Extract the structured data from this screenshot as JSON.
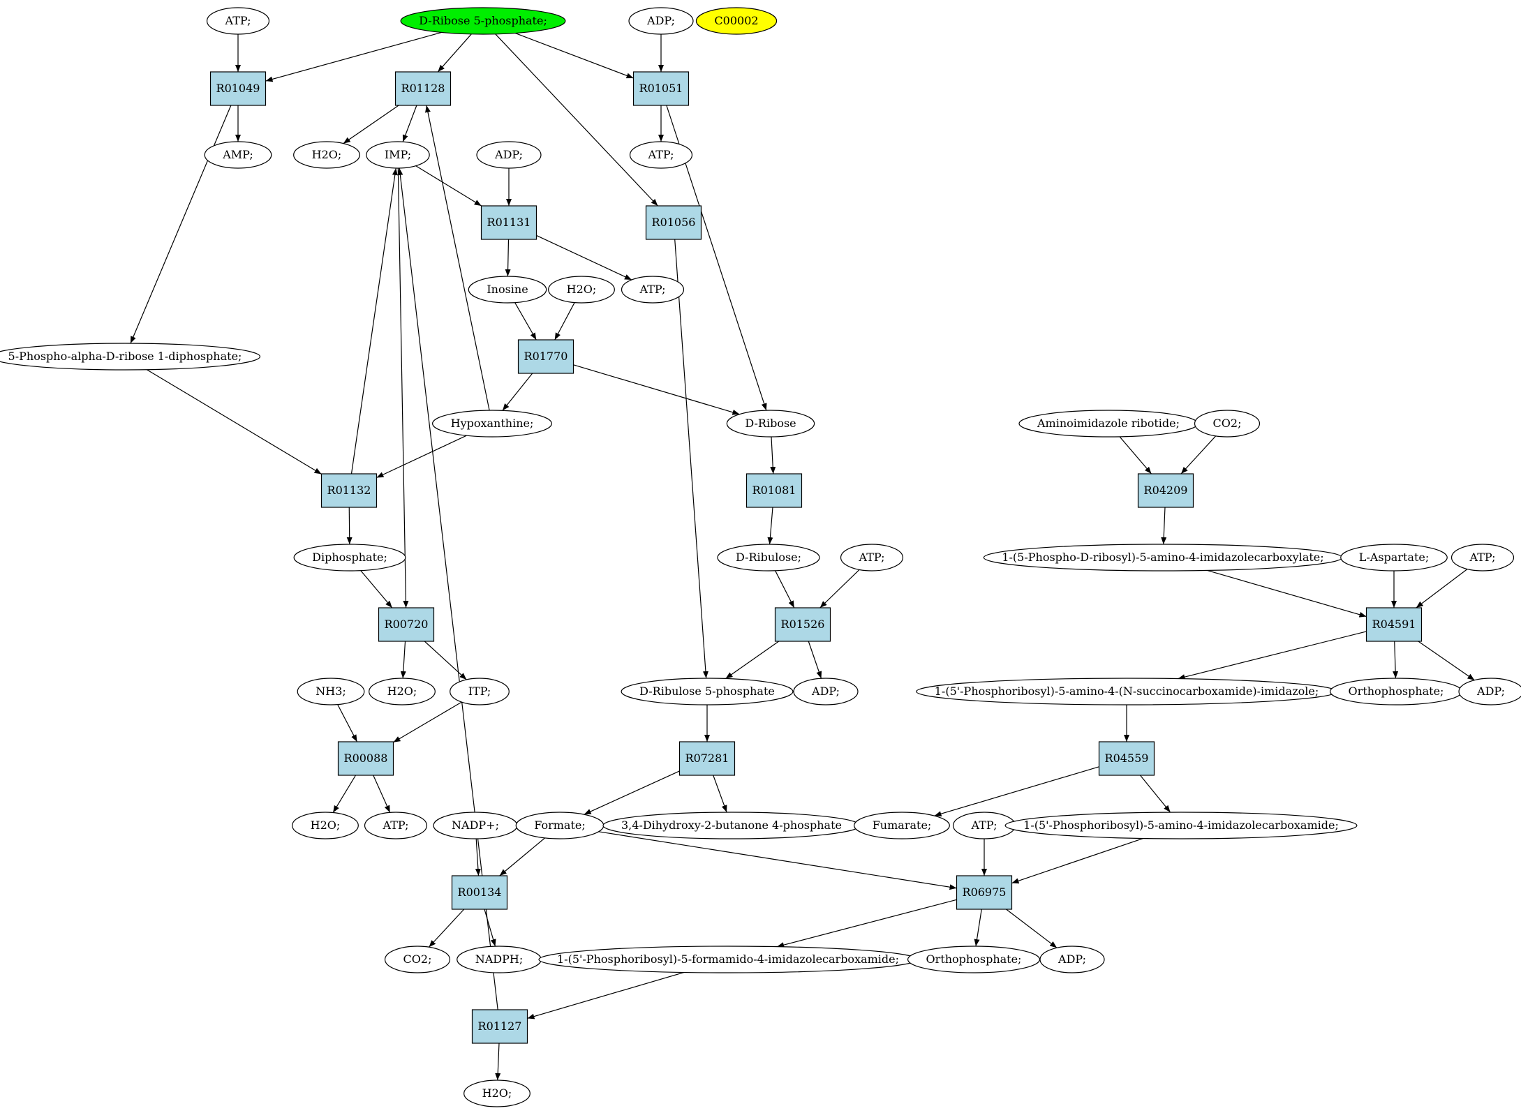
{
  "colors": {
    "reaction_fill": "#add8e6",
    "compound_fill": "#ffffff",
    "source_fill": "#00ee00",
    "target_fill": "#ffff00",
    "stroke": "#000000"
  },
  "nodes": {
    "atp1": {
      "label": "ATP;",
      "kind": "compound"
    },
    "r5p": {
      "label": "D-Ribose 5-phosphate;",
      "kind": "source"
    },
    "adp1": {
      "label": "ADP;",
      "kind": "compound"
    },
    "c00002": {
      "label": "C00002",
      "kind": "target"
    },
    "R01049": {
      "label": "R01049",
      "kind": "reaction"
    },
    "R01128": {
      "label": "R01128",
      "kind": "reaction"
    },
    "R01051": {
      "label": "R01051",
      "kind": "reaction"
    },
    "amp": {
      "label": "AMP;",
      "kind": "compound"
    },
    "h2o1": {
      "label": "H2O;",
      "kind": "compound"
    },
    "imp": {
      "label": "IMP;",
      "kind": "compound"
    },
    "adp2": {
      "label": "ADP;",
      "kind": "compound"
    },
    "atp2": {
      "label": "ATP;",
      "kind": "compound"
    },
    "R01131": {
      "label": "R01131",
      "kind": "reaction"
    },
    "R01056": {
      "label": "R01056",
      "kind": "reaction"
    },
    "inosine": {
      "label": "Inosine",
      "kind": "compound"
    },
    "h2o2": {
      "label": "H2O;",
      "kind": "compound"
    },
    "atp3": {
      "label": "ATP;",
      "kind": "compound"
    },
    "prpp": {
      "label": "5-Phospho-alpha-D-ribose 1-diphosphate;",
      "kind": "compound"
    },
    "R01770": {
      "label": "R01770",
      "kind": "reaction"
    },
    "hypox": {
      "label": "Hypoxanthine;",
      "kind": "compound"
    },
    "dribose": {
      "label": "D-Ribose",
      "kind": "compound"
    },
    "air": {
      "label": "Aminoimidazole ribotide;",
      "kind": "compound"
    },
    "co2a": {
      "label": "CO2;",
      "kind": "compound"
    },
    "R01132": {
      "label": "R01132",
      "kind": "reaction"
    },
    "R01081": {
      "label": "R01081",
      "kind": "reaction"
    },
    "R04209": {
      "label": "R04209",
      "kind": "reaction"
    },
    "diphos": {
      "label": "Diphosphate;",
      "kind": "compound"
    },
    "dribulose": {
      "label": "D-Ribulose;",
      "kind": "compound"
    },
    "atp4": {
      "label": "ATP;",
      "kind": "compound"
    },
    "cair": {
      "label": "1-(5-Phospho-D-ribosyl)-5-amino-4-imidazolecarboxylate;",
      "kind": "compound"
    },
    "lasp": {
      "label": "L-Aspartate;",
      "kind": "compound"
    },
    "atp5": {
      "label": "ATP;",
      "kind": "compound"
    },
    "R00720": {
      "label": "R00720",
      "kind": "reaction"
    },
    "R01526": {
      "label": "R01526",
      "kind": "reaction"
    },
    "R04591": {
      "label": "R04591",
      "kind": "reaction"
    },
    "nh3": {
      "label": "NH3;",
      "kind": "compound"
    },
    "h2o3": {
      "label": "H2O;",
      "kind": "compound"
    },
    "itp": {
      "label": "ITP;",
      "kind": "compound"
    },
    "ru5p": {
      "label": "D-Ribulose 5-phosphate",
      "kind": "compound"
    },
    "adp3": {
      "label": "ADP;",
      "kind": "compound"
    },
    "saicar": {
      "label": "1-(5'-Phosphoribosyl)-5-amino-4-(N-succinocarboxamide)-imidazole;",
      "kind": "compound"
    },
    "ortho1": {
      "label": "Orthophosphate;",
      "kind": "compound"
    },
    "adp4": {
      "label": "ADP;",
      "kind": "compound"
    },
    "R00088": {
      "label": "R00088",
      "kind": "reaction"
    },
    "R07281": {
      "label": "R07281",
      "kind": "reaction"
    },
    "R04559": {
      "label": "R04559",
      "kind": "reaction"
    },
    "h2o4": {
      "label": "H2O;",
      "kind": "compound"
    },
    "atp6": {
      "label": "ATP;",
      "kind": "compound"
    },
    "nadp": {
      "label": "NADP+;",
      "kind": "compound"
    },
    "formate": {
      "label": "Formate;",
      "kind": "compound"
    },
    "dhbp": {
      "label": "3,4-Dihydroxy-2-butanone 4-phosphate",
      "kind": "compound"
    },
    "fumarate": {
      "label": "Fumarate;",
      "kind": "compound"
    },
    "atp7": {
      "label": "ATP;",
      "kind": "compound"
    },
    "aicar": {
      "label": "1-(5'-Phosphoribosyl)-5-amino-4-imidazolecarboxamide;",
      "kind": "compound"
    },
    "R00134": {
      "label": "R00134",
      "kind": "reaction"
    },
    "R06975": {
      "label": "R06975",
      "kind": "reaction"
    },
    "co2b": {
      "label": "CO2;",
      "kind": "compound"
    },
    "nadph": {
      "label": "NADPH;",
      "kind": "compound"
    },
    "faicar": {
      "label": "1-(5'-Phosphoribosyl)-5-formamido-4-imidazolecarboxamide;",
      "kind": "compound"
    },
    "ortho2": {
      "label": "Orthophosphate;",
      "kind": "compound"
    },
    "adp5": {
      "label": "ADP;",
      "kind": "compound"
    },
    "R01127": {
      "label": "R01127",
      "kind": "reaction"
    },
    "h2o5": {
      "label": "H2O;",
      "kind": "compound"
    }
  },
  "edges": [
    [
      "atp1",
      "R01049"
    ],
    [
      "r5p",
      "R01049"
    ],
    [
      "r5p",
      "R01128"
    ],
    [
      "r5p",
      "R01051"
    ],
    [
      "r5p",
      "R01056"
    ],
    [
      "adp1",
      "R01051"
    ],
    [
      "R01049",
      "amp"
    ],
    [
      "R01049",
      "prpp"
    ],
    [
      "R01128",
      "h2o1"
    ],
    [
      "R01128",
      "imp"
    ],
    [
      "R01051",
      "atp2"
    ],
    [
      "R01051",
      "dribose"
    ],
    [
      "imp",
      "R01131"
    ],
    [
      "imp",
      "R00720"
    ],
    [
      "adp2",
      "R01131"
    ],
    [
      "R01131",
      "inosine"
    ],
    [
      "R01131",
      "atp3"
    ],
    [
      "R01056",
      "ru5p"
    ],
    [
      "inosine",
      "R01770"
    ],
    [
      "h2o2",
      "R01770"
    ],
    [
      "R01770",
      "hypox"
    ],
    [
      "R01770",
      "dribose"
    ],
    [
      "hypox",
      "R01128"
    ],
    [
      "hypox",
      "R01132"
    ],
    [
      "prpp",
      "R01132"
    ],
    [
      "R01132",
      "imp"
    ],
    [
      "R01132",
      "diphos"
    ],
    [
      "dribose",
      "R01081"
    ],
    [
      "R01081",
      "dribulose"
    ],
    [
      "diphos",
      "R00720"
    ],
    [
      "dribulose",
      "R01526"
    ],
    [
      "atp4",
      "R01526"
    ],
    [
      "R00720",
      "h2o3"
    ],
    [
      "R00720",
      "itp"
    ],
    [
      "R01526",
      "ru5p"
    ],
    [
      "R01526",
      "adp3"
    ],
    [
      "air",
      "R04209"
    ],
    [
      "co2a",
      "R04209"
    ],
    [
      "R04209",
      "cair"
    ],
    [
      "cair",
      "R04591"
    ],
    [
      "lasp",
      "R04591"
    ],
    [
      "atp5",
      "R04591"
    ],
    [
      "R04591",
      "saicar"
    ],
    [
      "R04591",
      "ortho1"
    ],
    [
      "R04591",
      "adp4"
    ],
    [
      "nh3",
      "R00088"
    ],
    [
      "itp",
      "R00088"
    ],
    [
      "R00088",
      "h2o4"
    ],
    [
      "R00088",
      "atp6"
    ],
    [
      "ru5p",
      "R07281"
    ],
    [
      "R07281",
      "formate"
    ],
    [
      "R07281",
      "dhbp"
    ],
    [
      "saicar",
      "R04559"
    ],
    [
      "R04559",
      "fumarate"
    ],
    [
      "R04559",
      "aicar"
    ],
    [
      "nadp",
      "R00134"
    ],
    [
      "formate",
      "R00134"
    ],
    [
      "formate",
      "R06975"
    ],
    [
      "atp7",
      "R06975"
    ],
    [
      "aicar",
      "R06975"
    ],
    [
      "R00134",
      "co2b"
    ],
    [
      "R00134",
      "nadph"
    ],
    [
      "R06975",
      "faicar"
    ],
    [
      "R06975",
      "ortho2"
    ],
    [
      "R06975",
      "adp5"
    ],
    [
      "faicar",
      "R01127"
    ],
    [
      "R01127",
      "h2o5"
    ],
    [
      "R01127",
      "imp"
    ]
  ]
}
